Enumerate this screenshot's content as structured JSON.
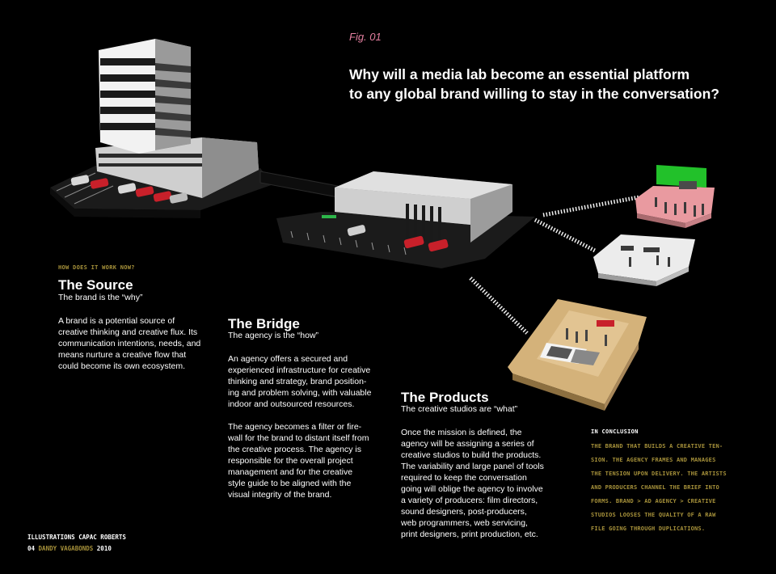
{
  "figure": {
    "label": "Fig. 01",
    "headline": "Why will a media lab become an essential platform\nto any global brand willing to stay in the conversation?"
  },
  "source": {
    "kicker": "HOW DOES IT WORK NOW?",
    "title": "The Source",
    "subtitle": "The brand is the “why”",
    "body": "A brand is a potential source of\ncreative thinking and creative flux. Its\ncommunication intentions, needs, and\nmeans nurture a creative flow that\ncould become its own ecosystem."
  },
  "bridge": {
    "title": "The Bridge",
    "subtitle": "The agency is the “how”",
    "body": "An agency offers a secured and\nexperienced infrastructure for creative\nthinking and strategy, brand position-\ning and problem solving, with valuable\nindoor and outsourced resources.\n\nThe agency becomes a filter or fire-\nwall for the brand to distant itself from\nthe creative process. The agency is\nresponsible for the overall project\nmanagement and for the creative\nstyle guide to be aligned with the\nvisual integrity of the brand."
  },
  "products": {
    "title": "The Products",
    "subtitle": "The creative studios are “what”",
    "body": "Once the mission is defined, the\nagency will be assigning a series of\ncreative studios to build the products.\nThe variability and large panel of tools\nrequired to keep the conversation\ngoing will oblige the agency to involve\na variety of producers: film directors,\nsound designers, post-producers,\nweb programmers, web servicing,\nprint designers, print production, etc."
  },
  "conclusion": {
    "kicker": "IN CONCLUSION",
    "body": "THE BRAND THAT BUILDS A CREATIVE TEN-\nSION. THE AGENCY FRAMES AND MANAGES\nTHE TENSION UPON DELIVERY. THE ARTISTS\nAND PRODUCERS CHANNEL THE BRIEF INTO\nFORMS. BRAND > AD AGENCY > CREATIVE\nSTUDIOS LOOSES THE QUALITY OF A RAW\nFILE GOING THROUGH DUPLICATIONS."
  },
  "footer": {
    "credit": "ILLUSTRATIONS CAPAC ROBERTS",
    "page": "04",
    "publication": "DANDY VAGABONDS",
    "year": "2010"
  },
  "colors": {
    "accent_gold": "#a6913a",
    "fig_pink": "#e47fa0",
    "green_screen": "#22c12a",
    "car_red": "#c8202a"
  }
}
